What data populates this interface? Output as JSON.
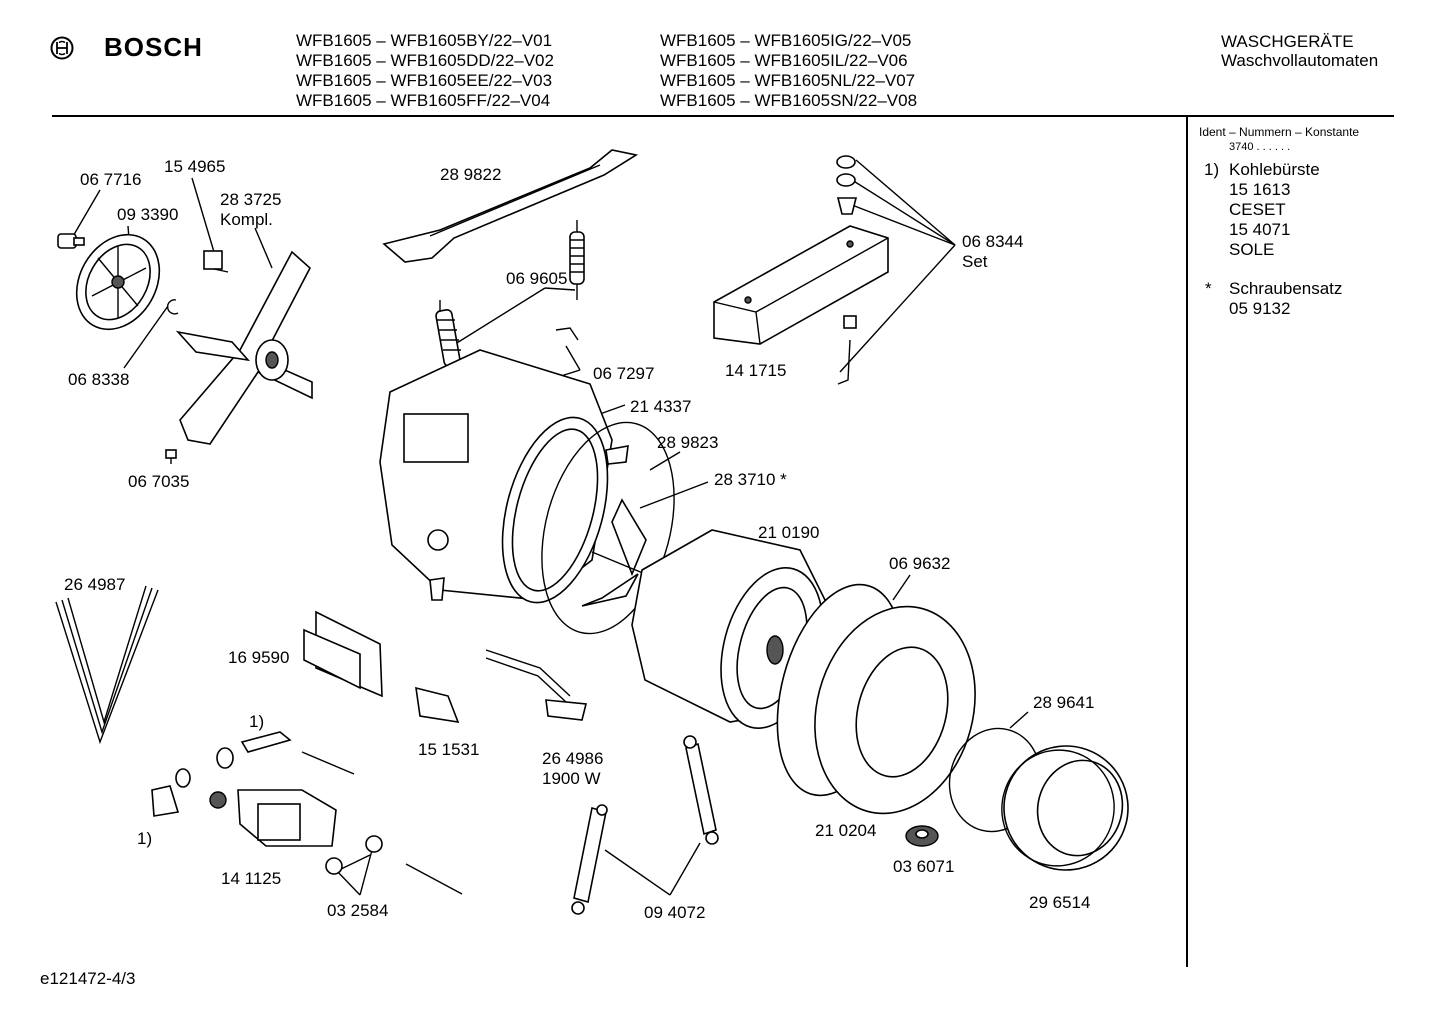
{
  "header": {
    "brand": "BOSCH",
    "models_left": [
      "WFB1605 – WFB1605BY/22–V01",
      "WFB1605 – WFB1605DD/22–V02",
      "WFB1605 – WFB1605EE/22–V03",
      "WFB1605 – WFB1605FF/22–V04"
    ],
    "models_right": [
      "WFB1605 – WFB1605IG/22–V05",
      "WFB1605 – WFB1605IL/22–V06",
      "WFB1605 – WFB1605NL/22–V07",
      "WFB1605 – WFB1605SN/22–V08"
    ],
    "category": "WASCHGERÄTE",
    "subcategory": "Waschvollautomaten"
  },
  "sidebar": {
    "ident_title": "Ident – Nummern – Konstante",
    "ident_value": "3740 . . . . . .",
    "note1_marker": "1)",
    "note1_lines": [
      "Kohlebürste",
      "15 1613",
      "CESET",
      "15 4071",
      "SOLE"
    ],
    "note2_marker": "*",
    "note2_lines": [
      "Schraubensatz",
      "05 9132"
    ]
  },
  "labels": {
    "p067716": "06 7716",
    "p154965": "15 4965",
    "p093390": "09 3390",
    "p283725": "28 3725",
    "kompl": "Kompl.",
    "p289822": "28 9822",
    "p069605": "06 9605",
    "p068344": "06 8344",
    "set": "Set",
    "p068338": "06 8338",
    "p067297": "06 7297",
    "p141715": "14 1715",
    "p214337": "21 4337",
    "p289823": "28 9823",
    "p067035": "06 7035",
    "p283710": "28 3710 *",
    "p210190": "21 0190",
    "p069632": "06 9632",
    "p264987": "26 4987",
    "p169590": "16 9590",
    "p289641": "28 9641",
    "note1a": "1)",
    "p151531": "15 1531",
    "p264986": "26 4986",
    "w1900": "1900 W",
    "note1b": "1)",
    "p210204": "21 0204",
    "p036071": "03 6071",
    "p141125": "14 1125",
    "p032584": "03 2584",
    "p094072": "09 4072",
    "p296514": "29 6514"
  },
  "footer": {
    "code": "e121472-4/3"
  }
}
